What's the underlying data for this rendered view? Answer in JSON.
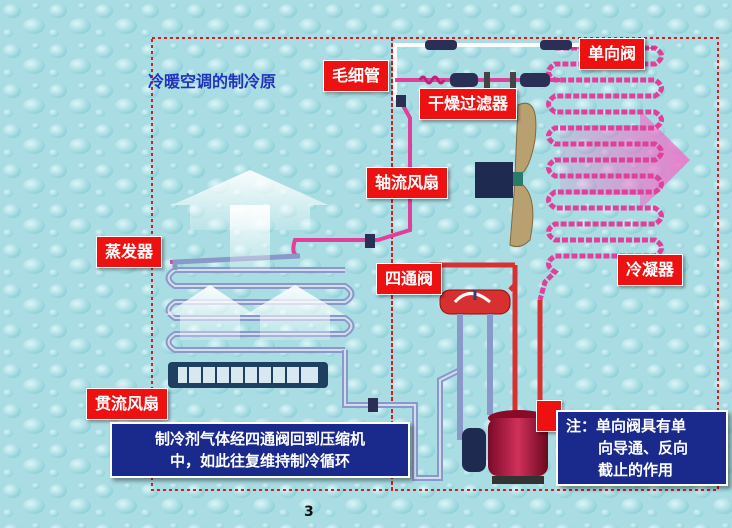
{
  "title": "冷暖空调的制冷原",
  "labels": {
    "capillary": "毛细管",
    "check_valve": "单向阀",
    "dryer_filter": "干燥过滤器",
    "axial_fan": "轴流风扇",
    "evaporator": "蒸发器",
    "four_way_valve": "四通阀",
    "condenser": "冷凝器",
    "crossflow_fan": "贯流风扇"
  },
  "notes": {
    "cycle_line1": "制冷剂气体经四通阀回到压缩机",
    "cycle_line2": "中，如此往复维持制冷循环",
    "check_line1": "注：单向阀具有单",
    "check_line2": "向导通、反向",
    "check_line3": "截止的作用"
  },
  "page_number": "3",
  "colors": {
    "background": "#a9dde3",
    "label_red": "#ee1111",
    "note_blue": "#1a2a8c",
    "hot_pipe": "#e0409a",
    "warm_pipe": "#d83030",
    "cold_pipe": "#8a9ac8",
    "border_dash": "#d02020"
  }
}
